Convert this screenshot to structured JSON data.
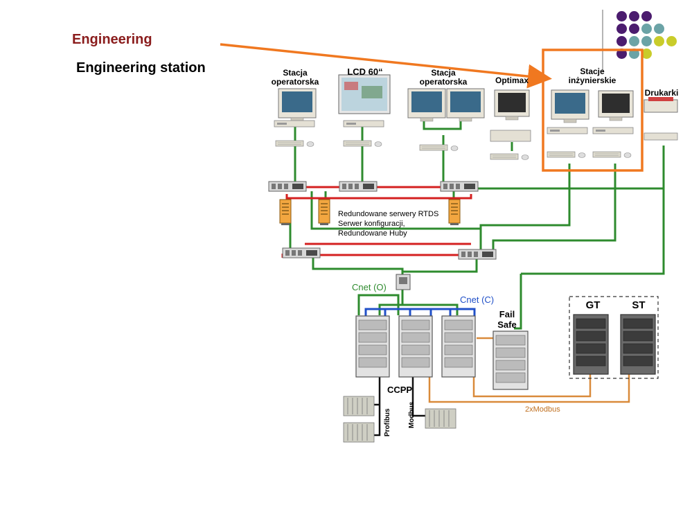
{
  "slide": {
    "title": "Engineering",
    "subtitle": "Engineering station"
  },
  "decor": {
    "dot_colors": {
      "purple": "#4b1c6e",
      "teal": "#6ba3a6",
      "yellow": "#c9cc2a"
    }
  },
  "diagram": {
    "labels": {
      "stacja_op_1_l1": "Stacja",
      "stacja_op_1_l2": "operatorska",
      "lcd": "LCD 60“",
      "stacja_op_2_l1": "Stacja",
      "stacja_op_2_l2": "operatorska",
      "optimax": "Optimax",
      "stacje_inz_l1": "Stacje",
      "stacje_inz_l2": "inżynierskie",
      "drukarki": "Drukarki",
      "servers_l1": "Redundowane serwery RTDS",
      "servers_l2": "Serwer konfiguracji,",
      "servers_l3": "Redundowane Huby",
      "cnet_o": "Cnet (O)",
      "cnet_c": "Cnet (C)",
      "fail_l1": "Fail",
      "fail_l2": "Safe",
      "gt": "GT",
      "st": "ST",
      "ccpp": "CCPP",
      "profibus": "Profibus",
      "modbus": "Modbus",
      "modbus2x": "2xModbus"
    },
    "colors": {
      "green": "#2e8b2e",
      "red": "#d42020",
      "blue": "#2050c8",
      "orange_line": "#d98a3a",
      "highlight": "#f07820"
    }
  }
}
